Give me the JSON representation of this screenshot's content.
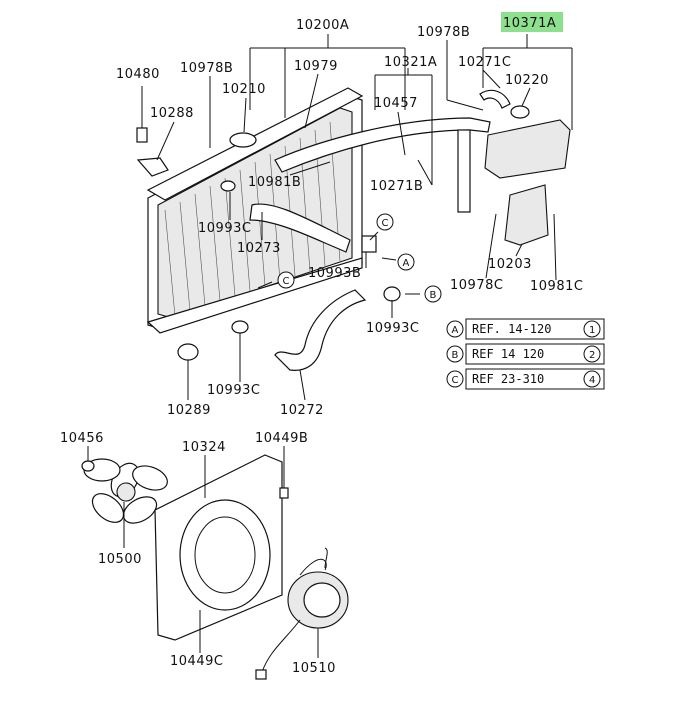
{
  "part_labels": {
    "p10200A": "10200A",
    "p10978B": "10978B",
    "p10371A": "10371A",
    "p10480": "10480",
    "p10978B_left": "10978B",
    "p10979": "10979",
    "p10321A": "10321A",
    "p10271C": "10271C",
    "p10210": "10210",
    "p10220": "10220",
    "p10288": "10288",
    "p10457": "10457",
    "p10981B": "10981B",
    "p10271B": "10271B",
    "p10993C_top": "10993C",
    "p10273": "10273",
    "p10993B": "10993B",
    "p10978C": "10978C",
    "p10203": "10203",
    "p10981C": "10981C",
    "p10993C_mid": "10993C",
    "p10289": "10289",
    "p10993C_low": "10993C",
    "p10272": "10272",
    "p10456": "10456",
    "p10324": "10324",
    "p10449B": "10449B",
    "p10500": "10500",
    "p10449C": "10449C",
    "p10510": "10510"
  },
  "ref_notes": [
    {
      "marker": "A",
      "text": "REF. 14-120",
      "num": "1"
    },
    {
      "marker": "B",
      "text": "REF  14  120",
      "num": "2"
    },
    {
      "marker": "C",
      "text": "REF  23-310",
      "num": "4"
    }
  ],
  "callout_markers": {
    "c_top": "C",
    "a_mid": "A",
    "c_left": "C",
    "b_mid": "B"
  },
  "highlight_color": "#8de08d"
}
